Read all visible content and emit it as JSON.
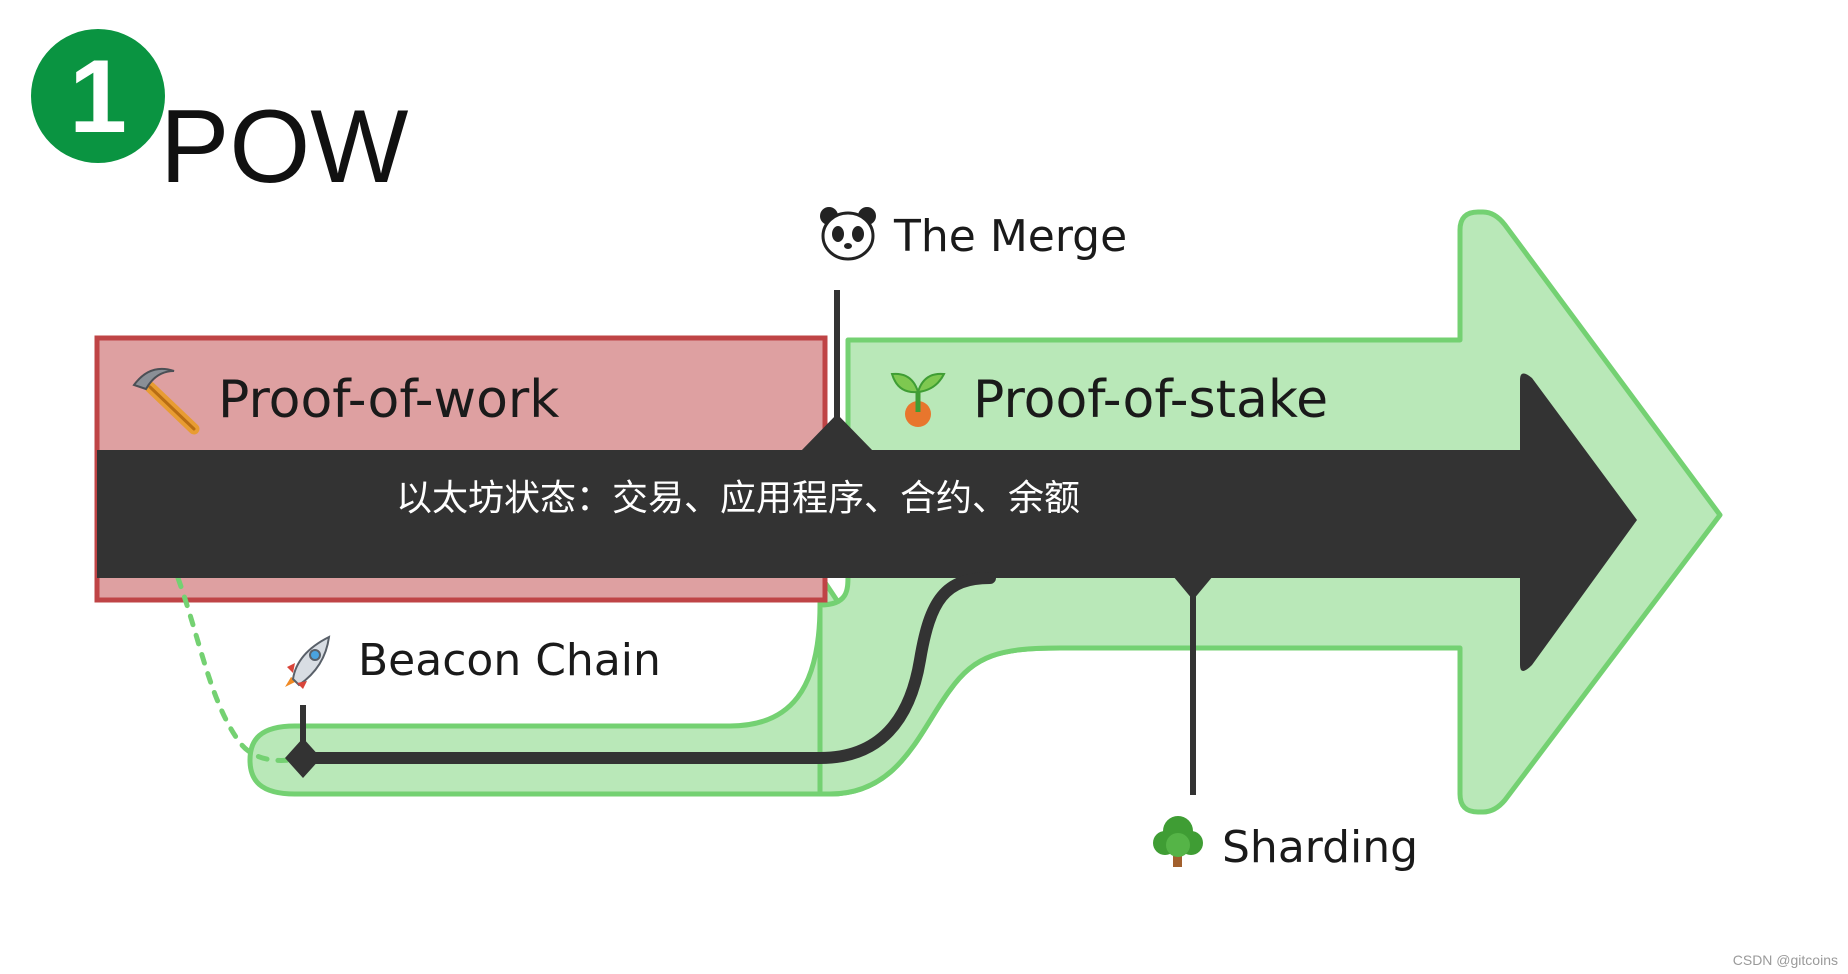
{
  "header": {
    "step_number": "1",
    "title": "POW"
  },
  "diagram": {
    "pow_label": "Proof-of-work",
    "pos_label": "Proof-of-stake",
    "state_text": "以太坊状态：交易、应用程序、合约、余额",
    "merge_label": "The Merge",
    "beacon_label": "Beacon Chain",
    "sharding_label": "Sharding"
  },
  "icons": {
    "pow": "pick-icon",
    "pos": "seedling-icon",
    "merge": "panda-icon",
    "beacon": "rocket-icon",
    "sharding": "tree-icon"
  },
  "colors": {
    "badge": "#0a9441",
    "pow_fill": "#dea0a1",
    "pow_border": "#bf4446",
    "pos_fill": "#b9e8b8",
    "pos_border": "#74d172",
    "arrow": "#333333",
    "state_text": "#ffffff"
  },
  "watermark": "CSDN @gitcoins"
}
